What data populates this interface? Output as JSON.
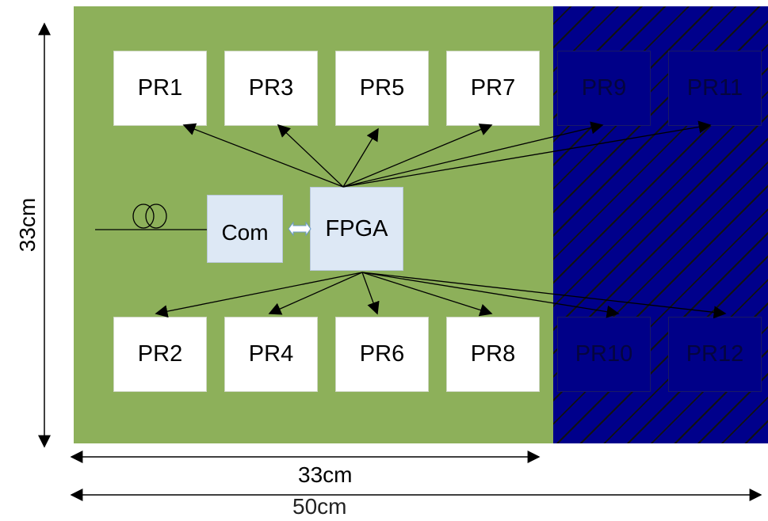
{
  "modules": {
    "top": [
      "PR1",
      "PR3",
      "PR5",
      "PR7",
      "PR9",
      "PR11"
    ],
    "bottom": [
      "PR2",
      "PR4",
      "PR6",
      "PR8",
      "PR10",
      "PR12"
    ]
  },
  "central": {
    "com": "Com",
    "fpga": "FPGA"
  },
  "dimensions": {
    "height": "33cm",
    "green_width": "33cm",
    "total_width": "50cm"
  },
  "colors": {
    "green_board": "#8db05a",
    "blue_board": "#00008b",
    "chip_fill": "#dde8f5"
  }
}
